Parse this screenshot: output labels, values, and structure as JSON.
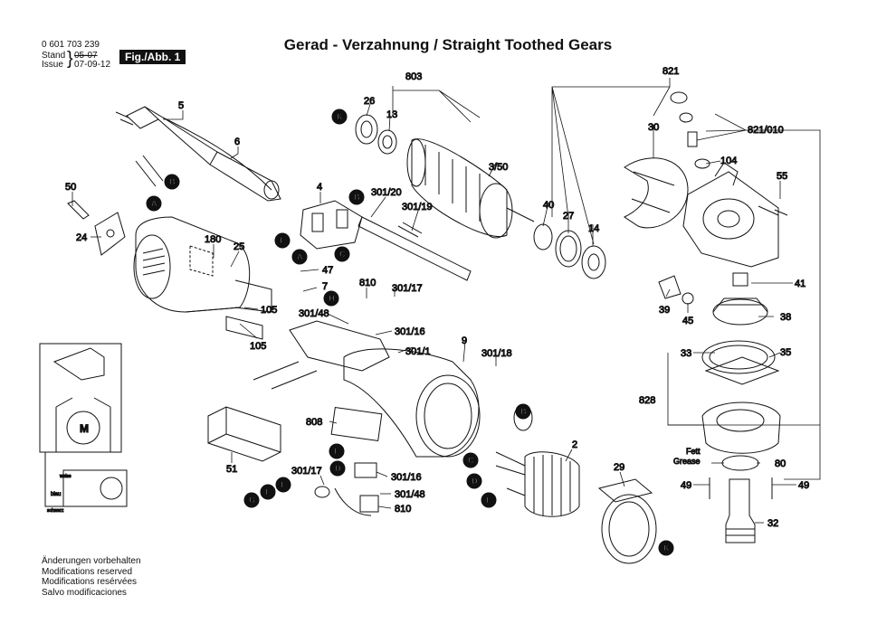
{
  "header": {
    "doc_number": "0 601 703 239",
    "stand_label": "Stand",
    "issue_label": "Issue",
    "stand_date": "05-07",
    "issue_date": "07-09-12",
    "fig_label": "Fig./Abb. 1",
    "title": "Gerad - Verzahnung / Straight Toothed Gears"
  },
  "notes": [
    "Änderungen vorbehalten",
    "Modifications reserved",
    "Modifications resérvées",
    "Salvo modificaciones"
  ],
  "annotations": {
    "fett": "Fett",
    "grease": "Grease",
    "motor_symbol": "M",
    "wire_blue": "blau",
    "wire_black": "schwarz",
    "wire_white": "weiss"
  },
  "part_labels": [
    "5",
    "6",
    "50",
    "24",
    "180",
    "25",
    "105",
    "105",
    "4",
    "301/20",
    "301/19",
    "47",
    "7",
    "810",
    "301/17",
    "301/48",
    "301/16",
    "301/1",
    "9",
    "301/18",
    "26",
    "13",
    "803",
    "3/50",
    "40",
    "27",
    "14",
    "30",
    "821",
    "821/010",
    "104",
    "55",
    "41",
    "39",
    "45",
    "38",
    "33",
    "35",
    "828",
    "2",
    "29",
    "808",
    "51",
    "301/17",
    "301/16",
    "301/48",
    "810",
    "80",
    "49",
    "49",
    "32"
  ],
  "callouts": [
    "B",
    "A",
    "B",
    "F",
    "C",
    "A",
    "H",
    "K",
    "B",
    "C",
    "D",
    "E",
    "E",
    "D",
    "G",
    "F",
    "E",
    "K"
  ],
  "colors": {
    "ink": "#111111",
    "paper": "#ffffff",
    "callout": "#111111"
  }
}
